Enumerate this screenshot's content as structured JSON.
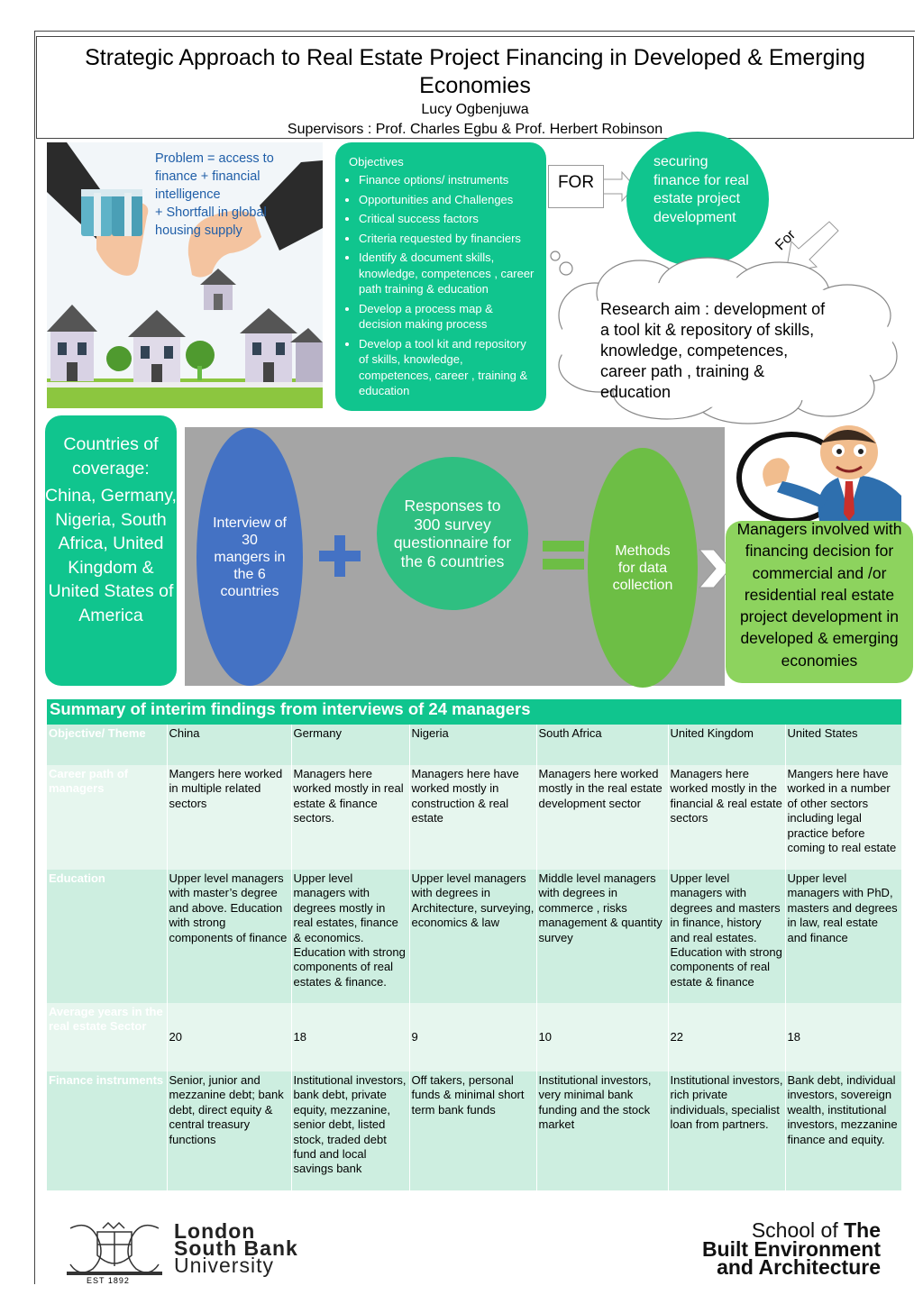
{
  "header": {
    "title": "Strategic Approach to Real Estate Project Financing in Developed & Emerging Economies",
    "author": "Lucy Ogbenjuwa",
    "supervisors": "Supervisors : Prof. Charles Egbu & Prof. Herbert Robinson"
  },
  "problem": {
    "line1": "Problem = access to finance + financial intelligence",
    "line2": " + Shortfall in global housing supply"
  },
  "objectives": {
    "heading": "Objectives",
    "items": [
      "Finance options/ instruments",
      "Opportunities and Challenges",
      "Critical success factors",
      "Criteria requested by financiers",
      "Identify & document skills, knowledge, competences , career path training & education",
      "Develop a process map & decision making process",
      "Develop a tool kit and repository of  skills, knowledge, competences, career , training & education"
    ]
  },
  "for_label": "FOR",
  "securing": "securing finance for real estate project development",
  "for_rotated": "For",
  "research_aim": "Research aim : development of a tool kit & repository of skills, knowledge, competences, career path , training & education",
  "countries": {
    "heading": "Countries of coverage:",
    "list": "China, Germany, Nigeria, South Africa, United Kingdom & United States of America"
  },
  "methods": {
    "interview": "Interview of 30 mangers in the 6 countries",
    "responses": "Responses to 300 survey questionnaire for the 6 countries",
    "methods": "Methods for data collection"
  },
  "managers": "Managers involved with financing decision for commercial and /or residential real estate project development in developed & emerging economies",
  "table": {
    "caption": "Summary of interim findings from interviews of 24 managers",
    "headers": [
      "Objective/ Theme",
      "China",
      "Germany",
      "Nigeria",
      "South Africa",
      "United Kingdom",
      "United States"
    ],
    "rows": [
      [
        "Career path of managers",
        "Mangers here worked in multiple related sectors",
        "Managers here worked mostly in real estate & finance sectors.",
        "Managers here have worked mostly in construction & real estate",
        "Managers here worked mostly in the real estate development sector",
        "Managers here worked mostly in the financial & real estate sectors",
        "Mangers here have worked in a number of other sectors including legal practice before coming to real estate"
      ],
      [
        "Education",
        "Upper level managers with master’s degree and above. Education with strong components of finance",
        "Upper level managers with degrees mostly in real estates, finance & economics. Education with strong components of real estates & finance.",
        "Upper level managers with degrees in Architecture, surveying, economics & law",
        "Middle level managers with degrees in commerce , risks management & quantity survey",
        "Upper level managers with degrees and masters in finance, history and real estates. Education with strong components of real estate & finance",
        "Upper level managers with PhD, masters and degrees in law, real estate and finance"
      ],
      [
        "Average years in the real estate Sector",
        "20",
        "18",
        "9",
        "10",
        "22",
        "18"
      ],
      [
        "Finance instruments",
        "Senior, junior and mezzanine debt; bank debt,  direct equity & central treasury functions",
        "Institutional investors, bank debt, private equity, mezzanine, senior debt, listed stock, traded debt fund and local savings bank",
        "Off takers, personal funds & minimal short term bank funds",
        "Institutional investors, very minimal bank funding and the stock market",
        "Institutional investors, rich private individuals, specialist loan from partners.",
        "Bank debt, individual investors, sovereign wealth, institutional investors, mezzanine finance and equity."
      ]
    ]
  },
  "logos": {
    "lsbu_line1": "London",
    "lsbu_line2": "South Bank",
    "lsbu_line3": "University",
    "est": "EST 1892",
    "school_pre": "School of ",
    "school_the": "The",
    "school_line2": "Built Environment",
    "school_line3": "and Architecture"
  },
  "colors": {
    "accent_green": "#10c58e",
    "blue_oval": "#4472c4",
    "light_green": "#8dd35e",
    "panel_grey": "#a5a5a5",
    "problem_text": "#1f5ea8"
  }
}
